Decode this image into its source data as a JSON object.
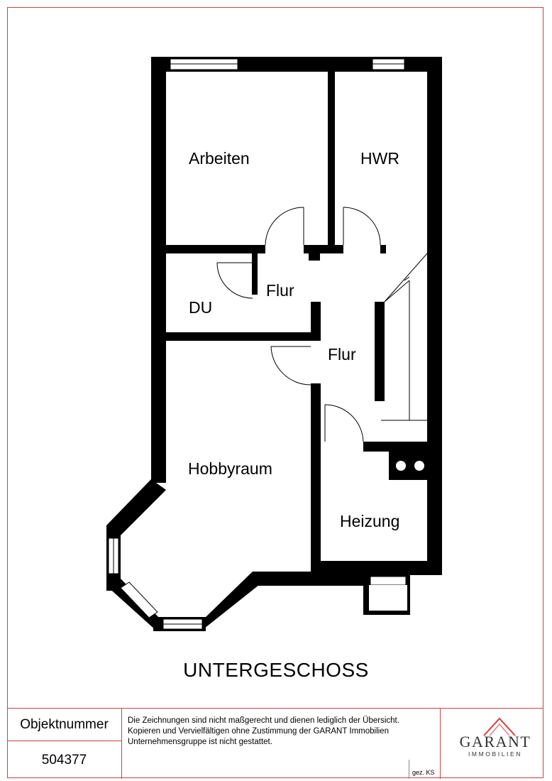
{
  "rooms": {
    "arbeiten": "Arbeiten",
    "hwr": "HWR",
    "du": "DU",
    "flur_upper": "Flur",
    "flur_lower": "Flur",
    "hobbyraum": "Hobbyraum",
    "heizung": "Heizung"
  },
  "floor_title": "UNTERGESCHOSS",
  "footer": {
    "object_label": "Objektnummer",
    "object_number": "504377",
    "disclaimer": [
      "Die Zeichnungen sind nicht maßgerecht und dienen lediglich der Übersicht.",
      "Kopieren und Vervielfältigen ohne Zustimmung der GARANT Immobilien",
      "Unternehmensgruppe ist nicht gestattet."
    ],
    "signature": "gez. KS",
    "logo_name": "GARANT",
    "logo_sub": "IMMOBILIEN"
  },
  "colors": {
    "frame": "#d04040",
    "wall": "#000000"
  }
}
